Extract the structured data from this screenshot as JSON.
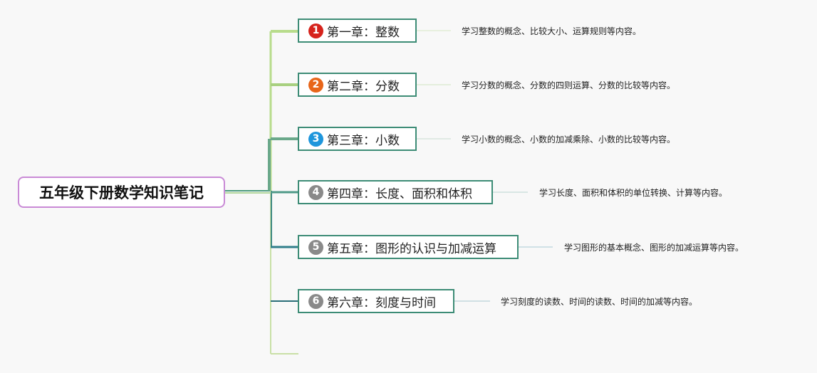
{
  "root": {
    "title": "五年级下册数学知识笔记"
  },
  "chapters": [
    {
      "number": "1",
      "title": "第一章：整数",
      "badge_color": "#d6231c",
      "description": "学习整数的概念、比较大小、运算规则等内容。"
    },
    {
      "number": "2",
      "title": "第二章：分数",
      "badge_color": "#e8661a",
      "description": "学习分数的概念、分数的四则运算、分数的比较等内容。"
    },
    {
      "number": "3",
      "title": "第三章：小数",
      "badge_color": "#1e96dc",
      "description": "学习小数的概念、小数的加减乘除、小数的比较等内容。"
    },
    {
      "number": "4",
      "title": "第四章：长度、面积和体积",
      "badge_color": "#8a8a8a",
      "description": "学习长度、面积和体积的单位转换、计算等内容。"
    },
    {
      "number": "5",
      "title": "第五章：图形的认识与加减运算",
      "badge_color": "#8a8a8a",
      "description": "学习图形的基本概念、图形的加减运算等内容。"
    },
    {
      "number": "6",
      "title": "第六章：刻度与时间",
      "badge_color": "#8a8a8a",
      "description": "学习刻度的读数、时间的读数、时间的加减等内容。"
    }
  ]
}
